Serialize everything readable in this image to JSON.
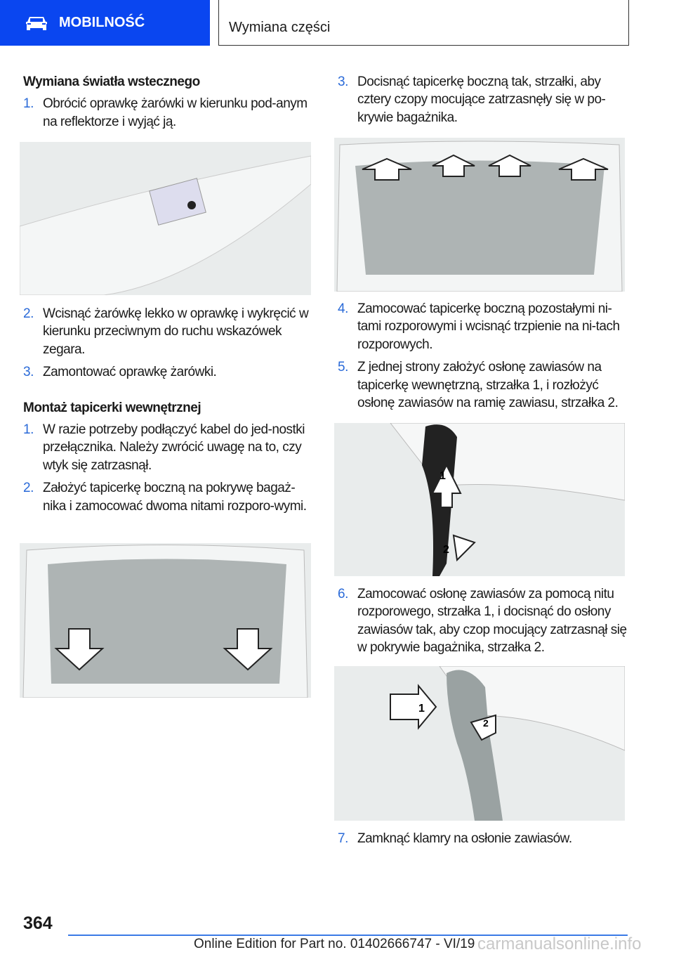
{
  "header": {
    "section": "MOBILNOŚĆ",
    "chapter": "Wymiana części",
    "icon": "car-icon"
  },
  "left": {
    "h1": "Wymiana światła wstecznego",
    "list1": [
      {
        "n": "1.",
        "t": "Obrócić oprawkę żarówki w kierunku pod-anym na reflektorze i wyjąć ją."
      },
      {
        "n": "2.",
        "t": "Wcisnąć żarówkę lekko w oprawkę i wykręcić w kierunku przeciwnym do ruchu wskazówek zegara."
      },
      {
        "n": "3.",
        "t": "Zamontować oprawkę żarówki."
      }
    ],
    "h2": "Montaż tapicerki wewnętrznej",
    "list2": [
      {
        "n": "1.",
        "t": "W razie potrzeby podłączyć kabel do jed-nostki przełącznika. Należy zwrócić uwagę na to, czy wtyk się zatrzasnął."
      },
      {
        "n": "2.",
        "t": "Założyć tapicerkę boczną na pokrywę bagaż-nika i zamocować dwoma nitami rozporo-wymi."
      }
    ]
  },
  "right": {
    "list": [
      {
        "n": "3.",
        "t": "Docisnąć tapicerkę boczną tak, strzałki, aby cztery czopy mocujące zatrzasnęły się w po-krywie bagażnika."
      },
      {
        "n": "4.",
        "t": "Zamocować tapicerkę boczną pozostałymi ni-tami rozporowymi i wcisnąć trzpienie na ni-tach rozporowych."
      },
      {
        "n": "5.",
        "t": "Z jednej strony założyć osłonę zawiasów na tapicerkę wewnętrzną, strzałka 1, i rozłożyć osłonę zawiasów na ramię zawiasu, strzałka 2."
      },
      {
        "n": "6.",
        "t": "Zamocować osłonę zawiasów za pomocą nitu rozporowego, strzałka 1, i docisnąć do osłony zawiasów tak, aby czop mocujący zatrzasnął się w pokrywie bagażnika, strzałka 2."
      },
      {
        "n": "7.",
        "t": "Zamknąć klamry na osłonie zawiasów."
      }
    ],
    "labels": {
      "a1": "1",
      "a2": "2"
    }
  },
  "footer": {
    "page": "364",
    "edition": "Online Edition for Part no. 01402666747 - VI/19",
    "watermark": "carmanualsonline.info"
  },
  "colors": {
    "accent": "#0a46f0",
    "number": "#2a6ad8"
  }
}
